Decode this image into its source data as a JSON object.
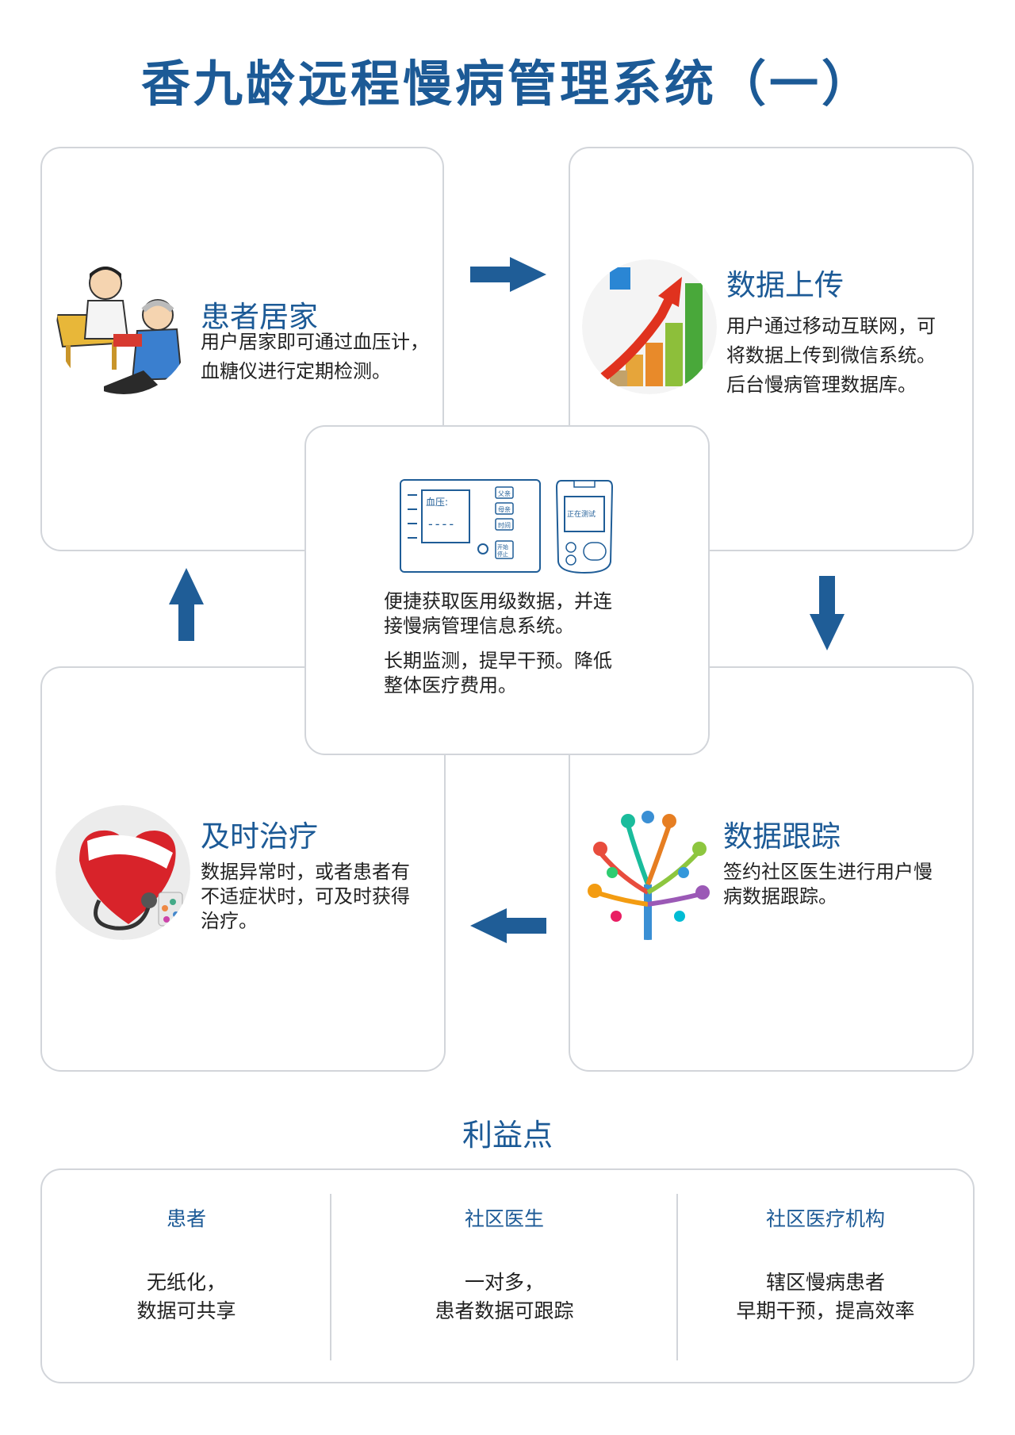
{
  "page": {
    "title": "香九龄远程慢病管理系统（一）",
    "accent_color": "#1c5a96",
    "arrow_color": "#1f5d97"
  },
  "cards": {
    "home": {
      "title": "患者居家",
      "desc": [
        "用户居家即可通过血压计，",
        "血糖仪进行定期检测。"
      ],
      "icon": "doctor-patient-icon"
    },
    "upload": {
      "title": "数据上传",
      "desc": [
        "用户通过移动互联网，可",
        "将数据上传到微信系统。",
        "后台慢病管理数据库。"
      ],
      "icon": "growth-chart-icon"
    },
    "track": {
      "title": "数据跟踪",
      "desc": [
        "签约社区医生进行用户慢",
        "病数据跟踪。"
      ],
      "icon": "data-tree-icon"
    },
    "treat": {
      "title": "及时治疗",
      "desc": [
        "数据异常时，或者患者有",
        "不适症状时，可及时获得",
        "治疗。"
      ],
      "icon": "heart-stethoscope-icon"
    }
  },
  "center": {
    "device": {
      "bp_label": "血压:",
      "bp_value": "----",
      "buttons": [
        "父亲",
        "母亲",
        "时间",
        "开始\n停止"
      ],
      "glucose_label": "正在测试"
    },
    "text1": [
      "便捷获取医用级数据，并连",
      "接慢病管理信息系统。"
    ],
    "text2": [
      "长期监测，提早干预。降低",
      "整体医疗费用。"
    ]
  },
  "benefits": {
    "heading": "利益点",
    "items": [
      {
        "title": "患者",
        "lines": [
          "无纸化，",
          "数据可共享"
        ]
      },
      {
        "title": "社区医生",
        "lines": [
          "一对多，",
          "患者数据可跟踪"
        ]
      },
      {
        "title": "社区医疗机构",
        "lines": [
          "辖区慢病患者",
          "早期干预，提高效率"
        ]
      }
    ]
  }
}
